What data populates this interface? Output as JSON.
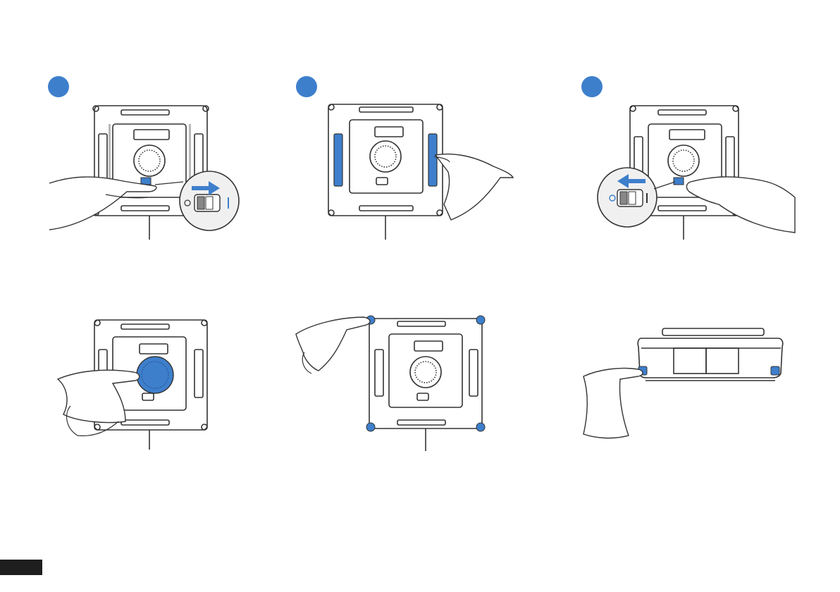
{
  "colors": {
    "accent": "#3e7fcc",
    "line": "#333333",
    "page_tab": "#1e1e1e"
  },
  "steps": [
    {
      "id": "step-1",
      "illustration": "switch-off-power-icon"
    },
    {
      "id": "step-2",
      "illustration": "wipe-side-pads-icon"
    },
    {
      "id": "step-3",
      "illustration": "switch-on-power-icon"
    },
    {
      "id": "step-4",
      "illustration": "wipe-center-sensor-icon"
    },
    {
      "id": "step-5",
      "illustration": "wipe-corner-bumpers-icon"
    },
    {
      "id": "step-6",
      "illustration": "wipe-side-wheels-icon"
    }
  ]
}
